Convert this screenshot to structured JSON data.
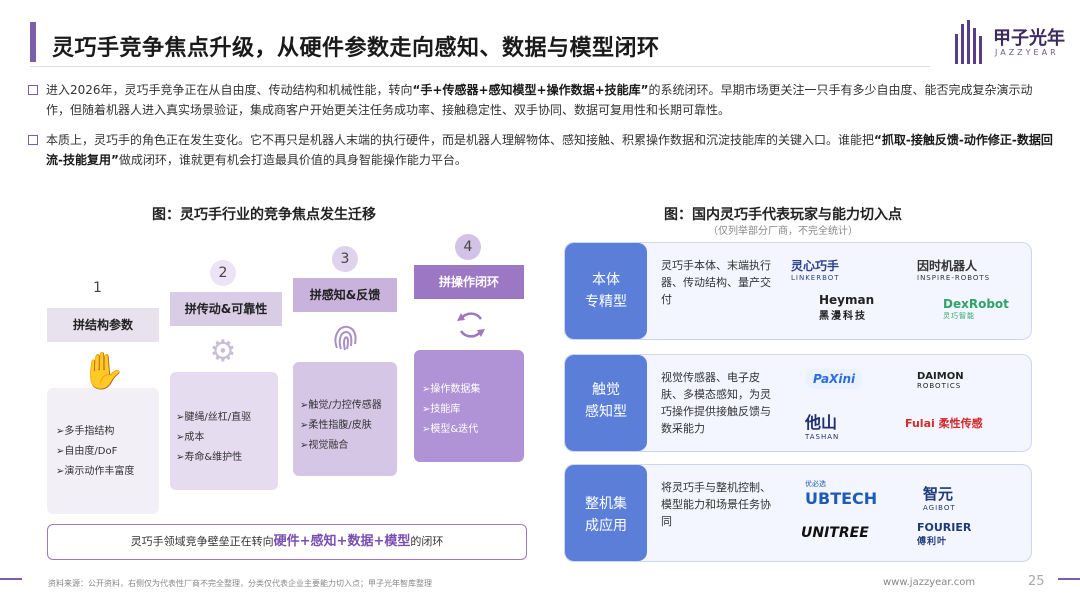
{
  "title": "灵巧手竞争焦点升级，从硬件参数走向感知、数据与模型闭环",
  "logo": {
    "cn": "甲子光年",
    "en": "JAZZYEAR"
  },
  "paragraphs": {
    "p1_a": "进入2026年，灵巧手竞争正在从自由度、传动结构和机械性能，转向",
    "p1_b": "“手+传感器+感知模型+操作数据+技能库”",
    "p1_c": "的系统闭环。早期市场更关注一只手有多少自由度、能否完成复杂演示动作，但随着机器人进入真实场景验证，集成商客户开始更关注任务成功率、接触稳定性、双手协同、数据可复用性和长期可靠性。",
    "p2_a": "本质上，灵巧手的角色正在发生变化。它不再只是机器人末端的执行硬件，而是机器人理解物体、感知接触、积累操作数据和沉淀技能库的关键入口。谁能把",
    "p2_b": "“抓取-接触反馈-动作修正-数据回流-技能复用”",
    "p2_c": "做成闭环，谁就更有机会打造最具价值的具身智能操作能力平台。"
  },
  "left_figure": {
    "title": "图：灵巧手行业的竞争焦点发生迁移",
    "steps": [
      {
        "num": "1",
        "label": "拼结构参数",
        "items": [
          "➢多手指结构",
          "➢自由度/DoF",
          "➢演示动作丰富度"
        ]
      },
      {
        "num": "2",
        "label": "拼传动&可靠性",
        "items": [
          "➢腱绳/丝杠/直驱",
          "➢成本",
          "➢寿命&维护性"
        ]
      },
      {
        "num": "3",
        "label": "拼感知&反馈",
        "items": [
          "➢触觉/力控传感器",
          "➢柔性指腹/皮肤",
          "➢视觉融合"
        ]
      },
      {
        "num": "4",
        "label": "拼操作闭环",
        "items": [
          "➢操作数据集",
          "➢技能库",
          "➢模型&迭代"
        ]
      }
    ],
    "bottom_a": "灵巧手领域竞争壁垒正在转向",
    "bottom_hl": "硬件+感知+数据+模型",
    "bottom_b": "的闭环"
  },
  "right_figure": {
    "title": "图：国内灵巧手代表玩家与能力切入点",
    "subtitle": "（仅列举部分厂商，不完全统计）",
    "cards": [
      {
        "tag_l1": "本体",
        "tag_l2": "专精型",
        "desc": "灵巧手本体、末端执行器、传动结构、量产交付",
        "brands": [
          {
            "name": "灵心巧手",
            "sub": "LINKERBOT"
          },
          {
            "name": "因时机器人",
            "sub": "INSPIRE-ROBOTS"
          },
          {
            "name": "Heyman",
            "sub": "黑漫科技"
          },
          {
            "name": "DexRobot",
            "sub": "灵巧智能"
          }
        ]
      },
      {
        "tag_l1": "触觉",
        "tag_l2": "感知型",
        "desc": "视觉传感器、电子皮肤、多模态感知，为灵巧操作提供接触反馈与数采能力",
        "brands": [
          {
            "name": "PaXini",
            "sub": ""
          },
          {
            "name": "DAIMON",
            "sub": "ROBOTICS"
          },
          {
            "name": "他山",
            "sub": "TASHAN"
          },
          {
            "name": "Fulai 柔性传感",
            "sub": ""
          }
        ]
      },
      {
        "tag_l1": "整机集",
        "tag_l2": "成应用",
        "desc": "将灵巧手与整机控制、模型能力和场景任务协同",
        "brands": [
          {
            "name": "UBTECH",
            "sub": "优必选"
          },
          {
            "name": "智元",
            "sub": "AGIBOT"
          },
          {
            "name": "UNITREE",
            "sub": ""
          },
          {
            "name": "FOURIER",
            "sub": "傅利叶"
          }
        ]
      }
    ]
  },
  "footer": {
    "source": "资料来源：公开资料，右侧仅为代表性厂商不完全整理，分类仅代表企业主要能力切入点；甲子光年智库整理",
    "url": "www.jazzyear.com",
    "page": "25"
  },
  "colors": {
    "accent": "#7b5ea7",
    "card_tag": "#5b7fd9",
    "step4": "#9b77c4"
  }
}
